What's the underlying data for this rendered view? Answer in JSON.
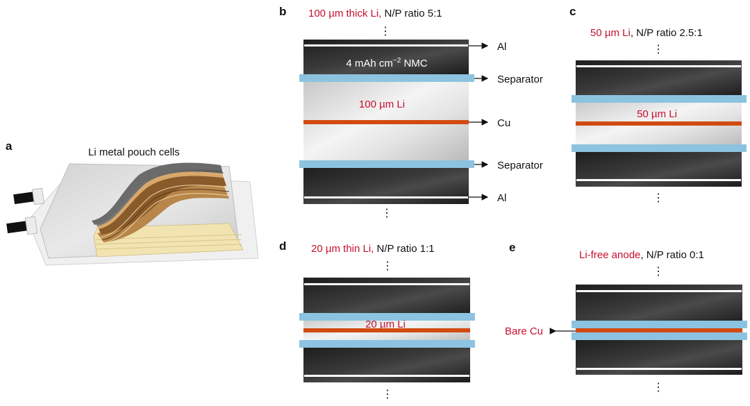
{
  "panel_a": {
    "letter": "a",
    "title": "Li metal pouch cells"
  },
  "panel_b": {
    "letter": "b",
    "caption_red": "100 µm thick Li,",
    "caption_black": " N/P ratio 5:1",
    "cathode_label": "4 mAh cm",
    "cathode_sup": "−2",
    "cathode_suffix": " NMC",
    "anode_label": "100 µm Li",
    "callouts": {
      "al_top": "Al",
      "separator_top": "Separator",
      "cu": "Cu",
      "separator_bottom": "Separator",
      "al_bottom": "Al"
    }
  },
  "panel_c": {
    "letter": "c",
    "caption_red": "50 µm Li",
    "caption_black": ", N/P ratio 2.5:1",
    "anode_label": "50 µm Li"
  },
  "panel_d": {
    "letter": "d",
    "caption_red": "20 µm thin Li,",
    "caption_black": " N/P ratio 1:1",
    "anode_label": "20 µm Li"
  },
  "panel_e": {
    "letter": "e",
    "caption_red": "Li-free anode",
    "caption_black": ", N/P ratio 0:1",
    "callout": "Bare Cu"
  },
  "ellipsis": "⋮",
  "colors": {
    "cathode": "#2b2b2b",
    "lithium": "#d9d9d9",
    "separator": "#8cc3e0",
    "copper": "#d24a12",
    "aluminum": "#ffffff",
    "accent_red": "#c8102e"
  }
}
